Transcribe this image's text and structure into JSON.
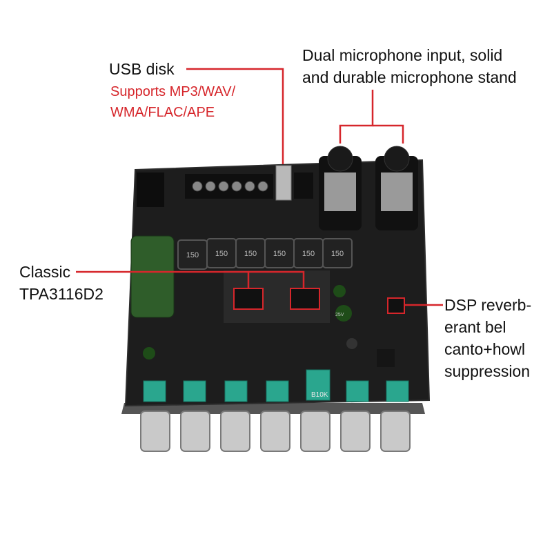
{
  "annotations": {
    "usb_disk": {
      "title": "USB disk",
      "formats_line1": "Supports MP3/WAV/",
      "formats_line2": "WMA/FLAC/APE"
    },
    "microphone": {
      "line1": "Dual microphone input, solid",
      "line2": "and durable microphone stand"
    },
    "amplifier": {
      "line1": "Classic",
      "line2": "TPA3116D2"
    },
    "dsp": {
      "line1": "DSP reverb-",
      "line2": "erant bel",
      "line3": "canto+howl",
      "line4": "suppression"
    }
  },
  "board": {
    "inductor_marking": "150",
    "potentiometer_marking": "B10K",
    "capacitor_marking": "25V"
  },
  "colors": {
    "callout_line": "#d6262b",
    "callout_text": "#d6262b",
    "pcb": "#1d1d1d",
    "knob_base": "#2aa68e",
    "knob_metal": "#c9c9c9"
  }
}
